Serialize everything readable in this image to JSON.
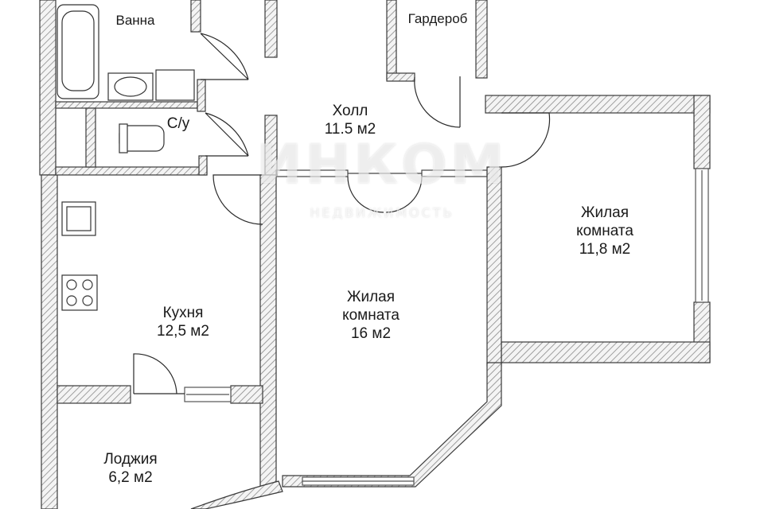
{
  "rooms": {
    "bath": {
      "name": "Ванна"
    },
    "wardrobe": {
      "name": "Гардероб"
    },
    "wc": {
      "name": "С/у"
    },
    "hall": {
      "name": "Холл",
      "area": "11.5 м2"
    },
    "bedroom": {
      "name_line1": "Жилая",
      "name_line2": "комната",
      "area": "11,8 м2"
    },
    "kitchen": {
      "name": "Кухня",
      "area": "12,5 м2"
    },
    "living": {
      "name_line1": "Жилая",
      "name_line2": "комната",
      "area": "16 м2"
    },
    "loggia": {
      "name": "Лоджия",
      "area": "6,2 м2"
    }
  },
  "watermark": {
    "main": "ИНКОМ",
    "sub": "НЕДВИЖИМОСТЬ"
  },
  "colors": {
    "wall_hatch": "#8a8a8a",
    "wall_bg": "#f4f4f4",
    "line": "#2a2a2a",
    "window": "#555555"
  }
}
